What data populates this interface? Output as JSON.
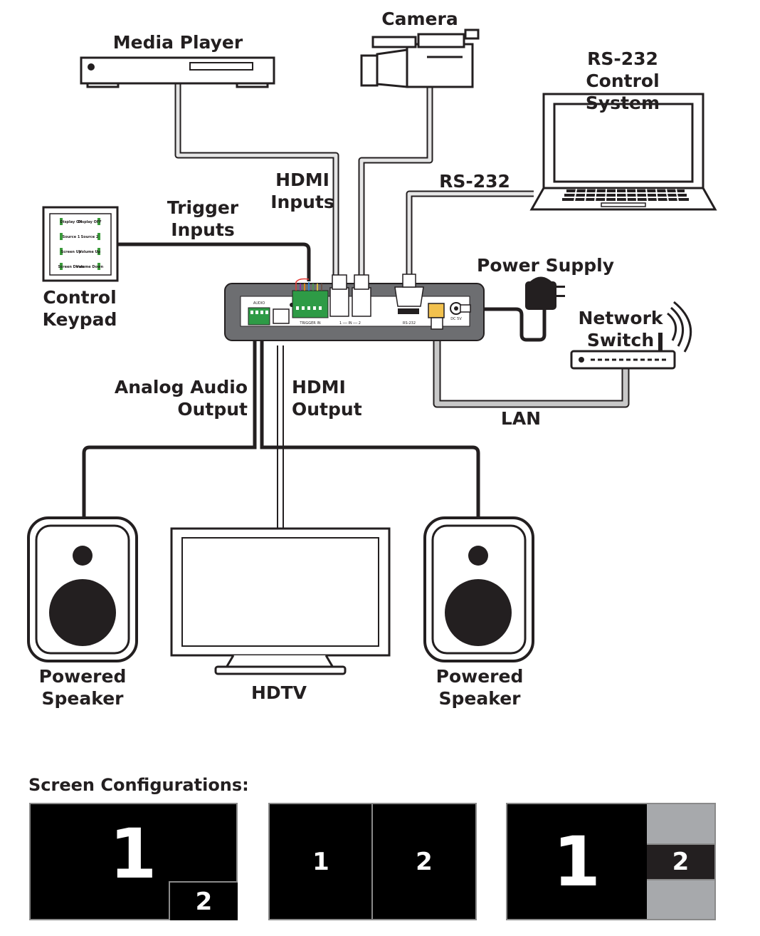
{
  "labels": {
    "media_player": "Media Player",
    "camera": "Camera",
    "rs232_system": "RS-232 Control\nSystem",
    "rs232_cable": "RS-232",
    "hdmi_inputs": "HDMI\nInputs",
    "trigger_inputs": "Trigger\nInputs",
    "control_keypad": "Control\nKeypad",
    "power_supply": "Power Supply",
    "network_switch": "Network\nSwitch",
    "analog_audio_output": "Analog Audio\nOutput",
    "hdmi_output": "HDMI\nOutput",
    "lan": "LAN",
    "powered_speaker_left": "Powered\nSpeaker",
    "hdtv": "HDTV",
    "powered_speaker_right": "Powered\nSpeaker"
  },
  "keypad_buttons": [
    [
      "Display ON",
      "Display OFF"
    ],
    [
      "Source 1",
      "Source 2"
    ],
    [
      "Screen Up",
      "Volume Up"
    ],
    [
      "Screen Down",
      "Volume Down"
    ]
  ],
  "device_panel": {
    "audio": "AUDIO",
    "trigger_in": "TRIGGER IN",
    "in": "1 ── IN ── 2",
    "rs232": "RS-232",
    "dc": "DC 5V"
  },
  "screen_configurations": {
    "title": "Screen Configurations:",
    "configs": [
      {
        "main": "1",
        "pip": "2"
      },
      {
        "left": "1",
        "right": "2"
      },
      {
        "main": "1",
        "side": "2"
      }
    ]
  }
}
